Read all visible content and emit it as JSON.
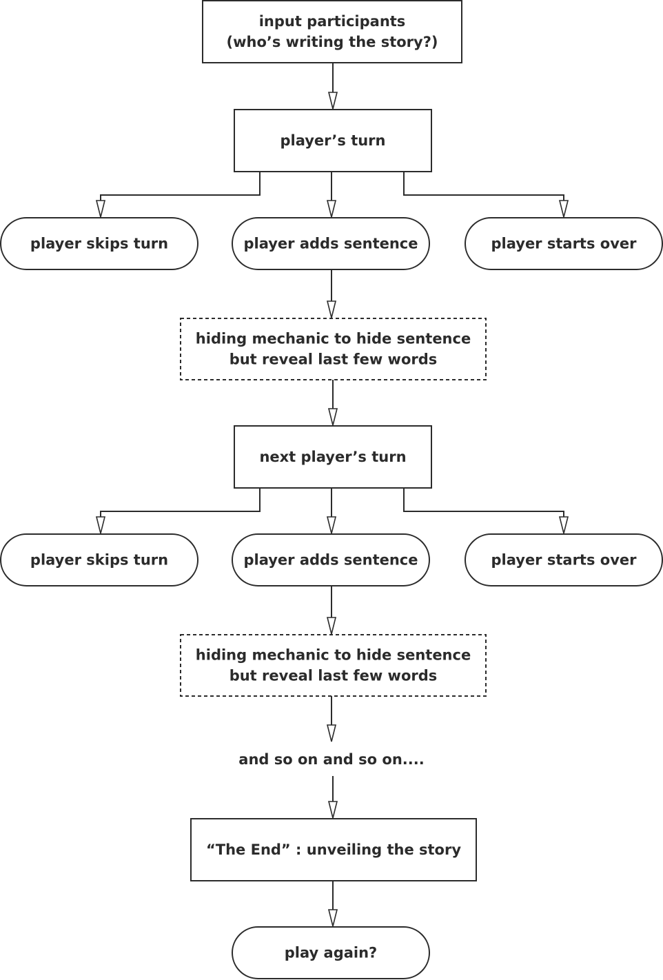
{
  "diagram": {
    "type": "flowchart",
    "nodes": [
      {
        "id": "input",
        "shape": "rect",
        "lines": [
          "input participants",
          "(who’s writing the story?)"
        ]
      },
      {
        "id": "turn1",
        "shape": "rect",
        "lines": [
          "player’s turn"
        ]
      },
      {
        "id": "skip1",
        "shape": "pill",
        "lines": [
          "player skips turn"
        ]
      },
      {
        "id": "add1",
        "shape": "pill",
        "lines": [
          "player adds sentence"
        ]
      },
      {
        "id": "over1",
        "shape": "pill",
        "lines": [
          "player starts over"
        ]
      },
      {
        "id": "hide1",
        "shape": "dashed-rect",
        "lines": [
          "hiding mechanic to hide sentence",
          "but reveal last few words"
        ]
      },
      {
        "id": "turn2",
        "shape": "rect",
        "lines": [
          "next player’s turn"
        ]
      },
      {
        "id": "skip2",
        "shape": "pill",
        "lines": [
          "player skips turn"
        ]
      },
      {
        "id": "add2",
        "shape": "pill",
        "lines": [
          "player adds sentence"
        ]
      },
      {
        "id": "over2",
        "shape": "pill",
        "lines": [
          "player starts over"
        ]
      },
      {
        "id": "hide2",
        "shape": "dashed-rect",
        "lines": [
          "hiding mechanic to hide sentence",
          "but reveal last few words"
        ]
      },
      {
        "id": "etc",
        "shape": "text",
        "lines": [
          "and so on and so on...."
        ]
      },
      {
        "id": "end",
        "shape": "rect",
        "lines": [
          "“The End” : unveiling the story"
        ]
      },
      {
        "id": "again",
        "shape": "pill",
        "lines": [
          "play again?"
        ]
      }
    ],
    "edges": [
      {
        "from": "input",
        "to": "turn1"
      },
      {
        "from": "turn1",
        "to": "skip1"
      },
      {
        "from": "turn1",
        "to": "add1"
      },
      {
        "from": "turn1",
        "to": "over1"
      },
      {
        "from": "add1",
        "to": "hide1"
      },
      {
        "from": "hide1",
        "to": "turn2"
      },
      {
        "from": "turn2",
        "to": "skip2"
      },
      {
        "from": "turn2",
        "to": "add2"
      },
      {
        "from": "turn2",
        "to": "over2"
      },
      {
        "from": "add2",
        "to": "hide2"
      },
      {
        "from": "hide2",
        "to": "etc"
      },
      {
        "from": "etc",
        "to": "end"
      },
      {
        "from": "end",
        "to": "again"
      }
    ]
  }
}
